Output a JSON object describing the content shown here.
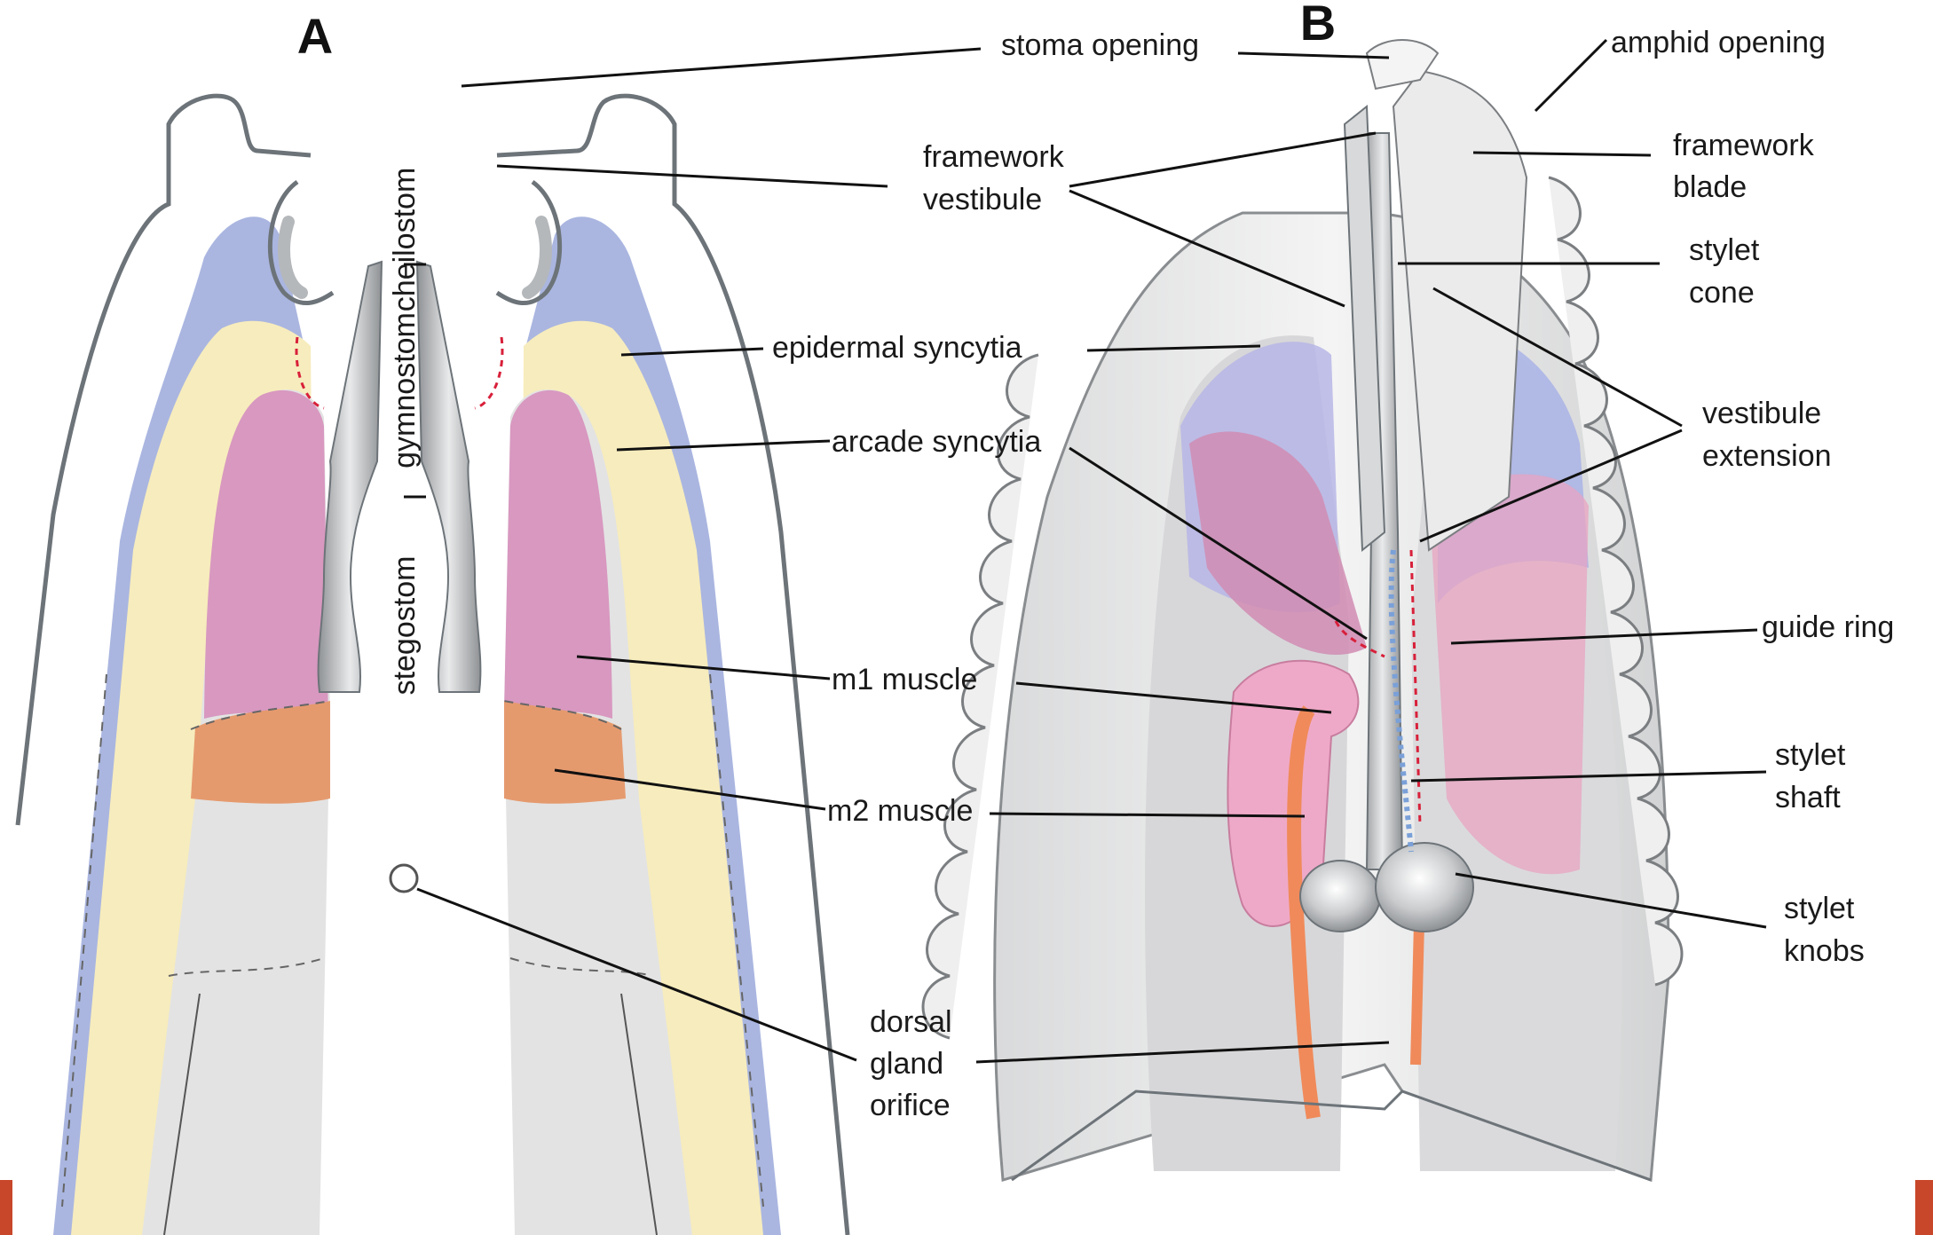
{
  "panels": {
    "a": "A",
    "b": "B"
  },
  "regions": {
    "cheilostom": "cheilostom",
    "gymnostom": "gymnostom",
    "stegostom": "stegostom"
  },
  "labels": {
    "stoma_opening": "stoma opening",
    "framework_vestibule_1": "framework",
    "framework_vestibule_2": "vestibule",
    "epidermal_syncytia": "epidermal syncytia",
    "arcade_syncytia": "arcade syncytia",
    "m1_muscle": "m1 muscle",
    "m2_muscle": "m2 muscle",
    "dorsal_gland_1": "dorsal",
    "dorsal_gland_2": "gland",
    "dorsal_gland_3": "orifice",
    "amphid_opening": "amphid opening",
    "framework_blade_1": "framework",
    "framework_blade_2": "blade",
    "stylet_cone_1": "stylet",
    "stylet_cone_2": "cone",
    "vestibule_extension_1": "vestibule",
    "vestibule_extension_2": "extension",
    "guide_ring": "guide ring",
    "stylet_shaft_1": "stylet",
    "stylet_shaft_2": "shaft",
    "stylet_knobs_1": "stylet",
    "stylet_knobs_2": "knobs"
  },
  "colors": {
    "epidermal": "#aab6e0",
    "arcade": "#f7ecbd",
    "m1": "#d898c0",
    "m2": "#e59a6e",
    "stylet": "#a7aaad",
    "tissue": "#e4e4e4",
    "orange_duct": "#f08a5a",
    "edge_accent": "#c8472a"
  }
}
